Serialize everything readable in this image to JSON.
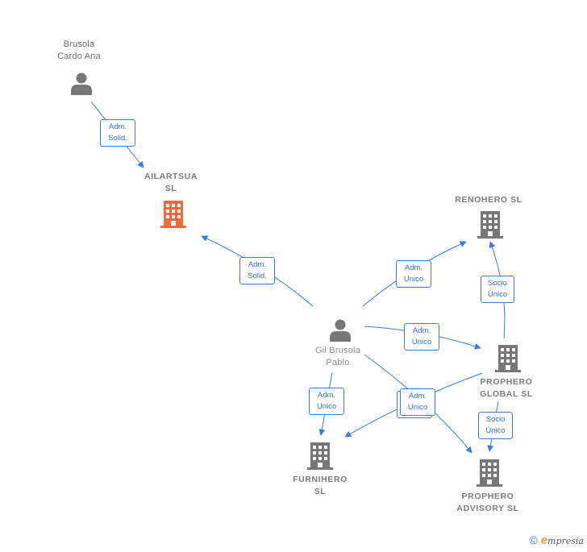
{
  "colors": {
    "edge": "#3a7bd5",
    "person": "#777777",
    "company": "#777777",
    "focus_company": "#f26b3a"
  },
  "nodes": {
    "brusola_cardo_ana": {
      "line1": "Brusola",
      "line2": "Cardo Ana",
      "icon": "person-icon"
    },
    "ailartsua_sl": {
      "line1": "AILARTSUA",
      "line2": "SL",
      "icon": "building-icon"
    },
    "gil_brusola_pablo": {
      "line1": "Gil Brusola",
      "line2": "Pablo",
      "icon": "person-icon"
    },
    "renohero_sl": {
      "line1": "RENOHERO  SL",
      "icon": "building-icon"
    },
    "prophero_global_sl": {
      "line1": "PROPHERO",
      "line2": "GLOBAL  SL",
      "icon": "building-icon"
    },
    "furnihero_sl": {
      "line1": "FURNIHERO",
      "line2": "SL",
      "icon": "building-icon"
    },
    "prophero_advisory_sl": {
      "line1": "PROPHERO",
      "line2": "ADVISORY  SL",
      "icon": "building-icon"
    }
  },
  "edges": [
    {
      "id": "e1",
      "from": "brusola_cardo_ana",
      "to": "ailartsua_sl",
      "line1": "Adm.",
      "line2": "Solid."
    },
    {
      "id": "e2",
      "from": "gil_brusola_pablo",
      "to": "ailartsua_sl",
      "line1": "Adm.",
      "line2": "Solid."
    },
    {
      "id": "e3",
      "from": "gil_brusola_pablo",
      "to": "renohero_sl",
      "line1": "Adm.",
      "line2": "Unico"
    },
    {
      "id": "e4",
      "from": "gil_brusola_pablo",
      "to": "prophero_global_sl",
      "line1": "Adm.",
      "line2": "Unico"
    },
    {
      "id": "e5",
      "from": "prophero_global_sl",
      "to": "renohero_sl",
      "line1": "Socio",
      "line2": "Único"
    },
    {
      "id": "e6",
      "from": "gil_brusola_pablo",
      "to": "furnihero_sl",
      "line1": "Adm.",
      "line2": "Unico"
    },
    {
      "id": "e7",
      "from": "gil_brusola_pablo",
      "to": "prophero_advisory_sl",
      "line1": "Adm.",
      "line2": "Unico"
    },
    {
      "id": "e8",
      "from": "prophero_global_sl",
      "to": "prophero_advisory_sl",
      "line1": "Socio",
      "line2": "Único"
    }
  ],
  "footer": {
    "copyright": "©",
    "brand_initial": "e",
    "brand_rest": "mpresia"
  }
}
